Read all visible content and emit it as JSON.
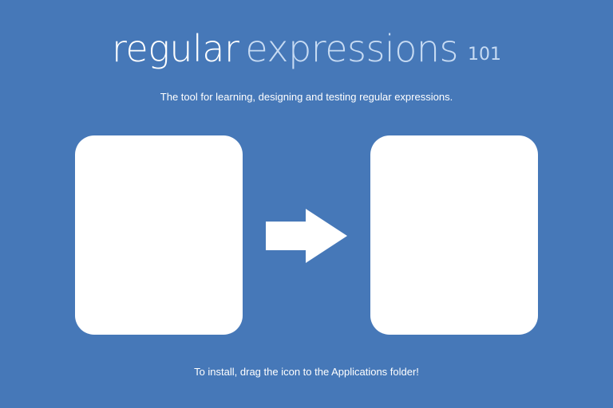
{
  "installer": {
    "title_word_1": "regular",
    "title_word_2": "expressions",
    "title_suffix": "101",
    "subtitle": "The tool for learning, designing and testing regular expressions.",
    "instruction": "To install, drag the icon to the Applications folder!",
    "arrow_icon": "arrow-right-icon",
    "colors": {
      "background": "#4678b8",
      "title_accent": "#c7dbf3",
      "slot": "#ffffff"
    }
  }
}
